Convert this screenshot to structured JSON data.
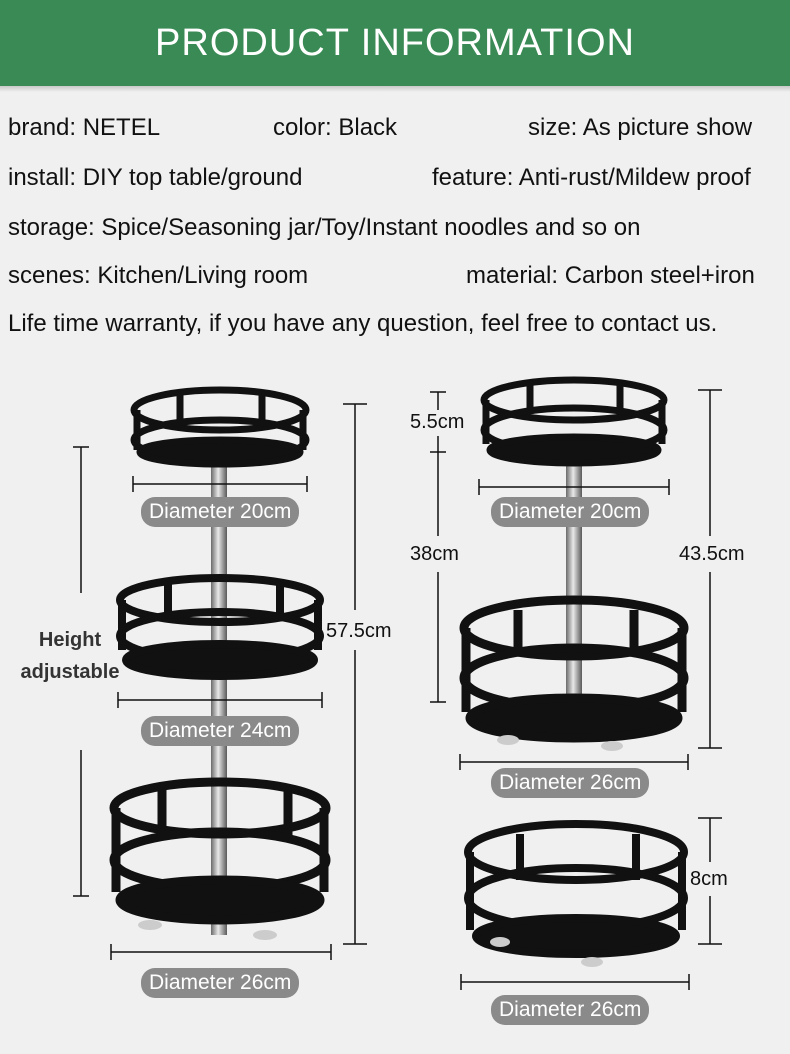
{
  "header": {
    "title": "PRODUCT INFORMATION"
  },
  "specs": {
    "brand": "brand: NETEL",
    "color": "color: Black",
    "size": "size: As picture show",
    "install": "install: DIY top table/ground",
    "feature": "feature: Anti-rust/Mildew proof",
    "storage": "storage: Spice/Seasoning jar/Toy/Instant noodles and so on",
    "scenes": "scenes: Kitchen/Living room",
    "material": "material: Carbon steel+iron",
    "warranty": "Life time warranty, if you have any question, feel free to contact us."
  },
  "left_rack": {
    "note_line1": "Height",
    "note_line2": "adjustable",
    "height": "57.5cm",
    "top_diameter": "Diameter 20cm",
    "mid_diameter": "Diameter 24cm",
    "bottom_diameter": "Diameter 26cm"
  },
  "right_rack": {
    "rim_height": "5.5cm",
    "pole_height": "38cm",
    "total_height": "43.5cm",
    "top_diameter": "Diameter 20cm",
    "bottom_diameter": "Diameter 26cm"
  },
  "single_basket": {
    "height": "8cm",
    "diameter": "Diameter 26cm"
  },
  "colors": {
    "header": "#3a8a55",
    "background": "#f0f0f0",
    "pill": "#8a8a8a",
    "rack": "#111111"
  }
}
